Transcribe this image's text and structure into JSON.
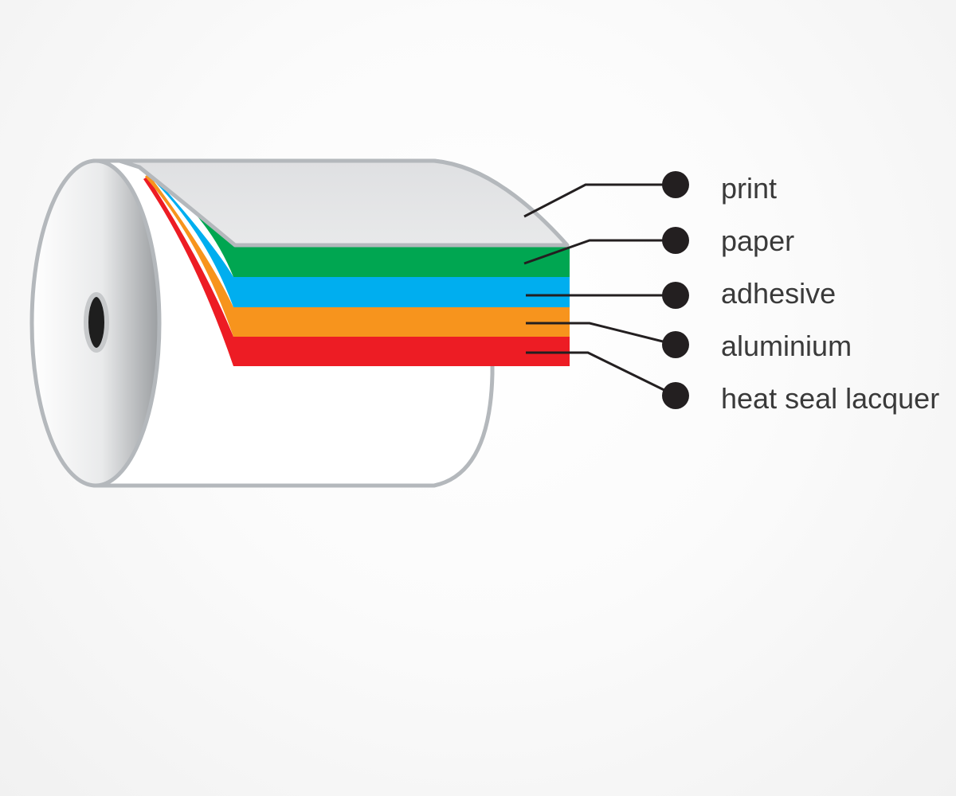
{
  "layers": [
    {
      "id": "print",
      "label": "print",
      "color": "#e5e6e8"
    },
    {
      "id": "paper",
      "label": "paper",
      "color": "#00a651"
    },
    {
      "id": "adhesive",
      "label": "adhesive",
      "color": "#00aeef"
    },
    {
      "id": "aluminium",
      "label": "aluminium",
      "color": "#f7941d"
    },
    {
      "id": "heat-seal-lacquer",
      "label": "heat seal lacquer",
      "color": "#ed1c24"
    }
  ],
  "colors": {
    "roll_outline": "#b4b8bc",
    "roll_body": "#ffffff",
    "leader_line": "#231f20",
    "marker_dot": "#231f20",
    "label_text": "#3a3a3a"
  }
}
